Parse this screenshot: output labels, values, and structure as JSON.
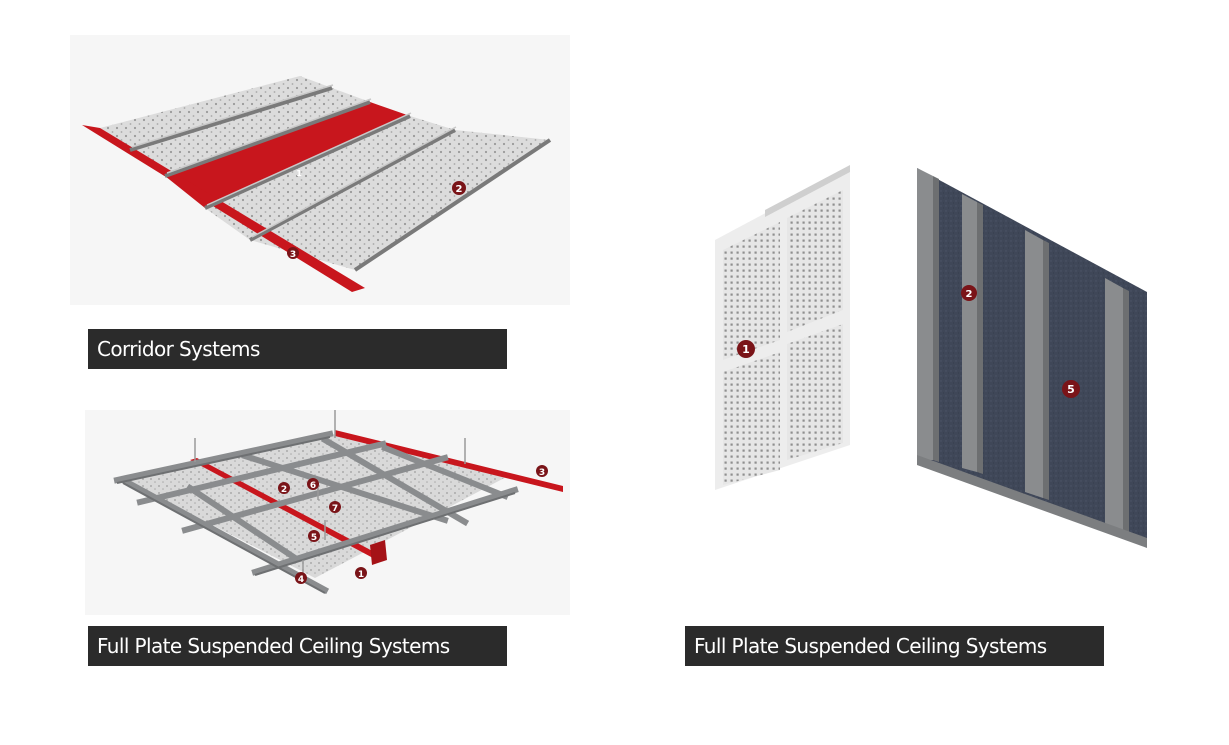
{
  "captions": {
    "corridor": "Corridor Systems",
    "full_plate_grid": "Full Plate Suspended  Ceiling  Systems",
    "full_plate_panel": "Full Plate Suspended  Ceiling  Systems"
  },
  "markers": {
    "corridor": [
      "1",
      "2",
      "3"
    ],
    "grid": [
      "1",
      "2",
      "3",
      "4",
      "5",
      "6",
      "7"
    ],
    "panel": [
      "1",
      "2",
      "5"
    ]
  },
  "colors": {
    "accent_red": "#c8161d",
    "marker_red": "#7a1418",
    "caption_bg": "#2b2b2b",
    "metal_gray": "#8a8c8e",
    "panel_light": "#e4e4e4",
    "insulation": "#3e4656"
  }
}
